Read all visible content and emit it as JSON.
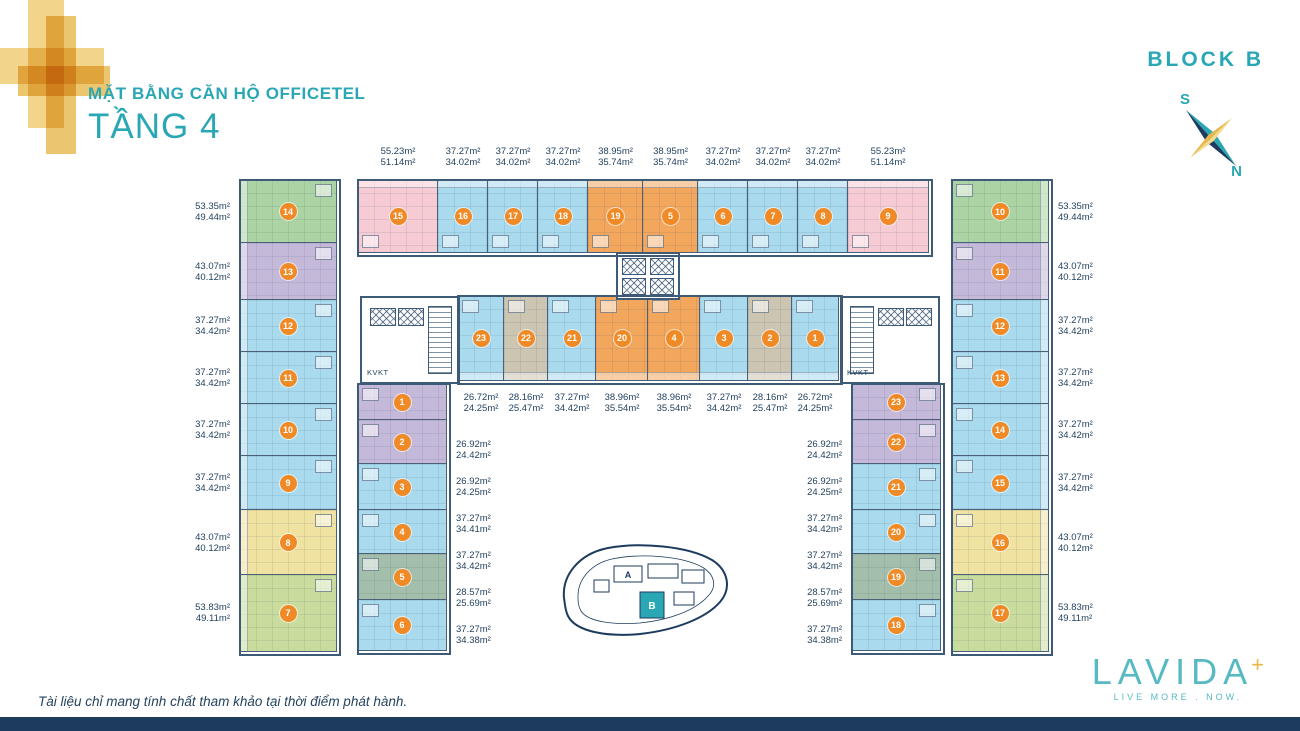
{
  "header": {
    "subtitle": "MẶT BẰNG CĂN HỘ OFFICETEL",
    "floor": "TẦNG 4",
    "block": "BLOCK B",
    "compass_south": "S",
    "compass_north": "N"
  },
  "plan": {
    "core_label": "KVKT",
    "site_map": {
      "block_a": "A",
      "block_b": "B"
    },
    "left_outer": {
      "units": [
        {
          "no": "14",
          "a1": "53.35m²",
          "a2": "49.44m²",
          "c": "green"
        },
        {
          "no": "13",
          "a1": "43.07m²",
          "a2": "40.12m²",
          "c": "purple"
        },
        {
          "no": "12",
          "a1": "37.27m²",
          "a2": "34.42m²",
          "c": "blue"
        },
        {
          "no": "11",
          "a1": "37.27m²",
          "a2": "34.42m²",
          "c": "blue"
        },
        {
          "no": "10",
          "a1": "37.27m²",
          "a2": "34.42m²",
          "c": "blue"
        },
        {
          "no": "9",
          "a1": "37.27m²",
          "a2": "34.42m²",
          "c": "blue"
        },
        {
          "no": "8",
          "a1": "43.07m²",
          "a2": "40.12m²",
          "c": "yellow"
        },
        {
          "no": "7",
          "a1": "53.83m²",
          "a2": "49.11m²",
          "c": "lime"
        }
      ]
    },
    "top_row": {
      "units": [
        {
          "no": "15",
          "a1": "55.23m²",
          "a2": "51.14m²",
          "c": "pink"
        },
        {
          "no": "16",
          "a1": "37.27m²",
          "a2": "34.02m²",
          "c": "blue"
        },
        {
          "no": "17",
          "a1": "37.27m²",
          "a2": "34.02m²",
          "c": "blue"
        },
        {
          "no": "18",
          "a1": "37.27m²",
          "a2": "34.02m²",
          "c": "blue"
        },
        {
          "no": "19",
          "a1": "38.95m²",
          "a2": "35.74m²",
          "c": "orange"
        },
        {
          "no": "5",
          "a1": "38.95m²",
          "a2": "35.74m²",
          "c": "orange"
        },
        {
          "no": "6",
          "a1": "37.27m²",
          "a2": "34.02m²",
          "c": "blue"
        },
        {
          "no": "7",
          "a1": "37.27m²",
          "a2": "34.02m²",
          "c": "blue"
        },
        {
          "no": "8",
          "a1": "37.27m²",
          "a2": "34.02m²",
          "c": "blue"
        },
        {
          "no": "9",
          "a1": "55.23m²",
          "a2": "51.14m²",
          "c": "pink"
        }
      ]
    },
    "mid_row": {
      "units": [
        {
          "no": "23",
          "a1": "26.72m²",
          "a2": "24.25m²",
          "c": "blue"
        },
        {
          "no": "22",
          "a1": "28.16m²",
          "a2": "25.47m²",
          "c": "tan"
        },
        {
          "no": "21",
          "a1": "37.27m²",
          "a2": "34.42m²",
          "c": "blue"
        },
        {
          "no": "20",
          "a1": "38.96m²",
          "a2": "35.54m²",
          "c": "orange"
        },
        {
          "no": "4",
          "a1": "38.96m²",
          "a2": "35.54m²",
          "c": "orange"
        },
        {
          "no": "3",
          "a1": "37.27m²",
          "a2": "34.42m²",
          "c": "blue"
        },
        {
          "no": "2",
          "a1": "28.16m²",
          "a2": "25.47m²",
          "c": "tan"
        },
        {
          "no": "1",
          "a1": "26.72m²",
          "a2": "24.25m²",
          "c": "blue"
        }
      ]
    },
    "inner_left": {
      "units": [
        {
          "no": "1",
          "a1": "26.92m²",
          "a2": "24.42m²",
          "c": "purple"
        },
        {
          "no": "2",
          "a1": "26.92m²",
          "a2": "24.25m²",
          "c": "purple"
        },
        {
          "no": "3",
          "a1": "37.27m²",
          "a2": "34.41m²",
          "c": "blue"
        },
        {
          "no": "4",
          "a1": "37.27m²",
          "a2": "34.42m²",
          "c": "blue"
        },
        {
          "no": "5",
          "a1": "28.57m²",
          "a2": "25.69m²",
          "c": "sage"
        },
        {
          "no": "6",
          "a1": "37.27m²",
          "a2": "34.38m²",
          "c": "blue"
        }
      ]
    },
    "inner_right": {
      "units": [
        {
          "no": "23",
          "a1": "26.92m²",
          "a2": "24.42m²",
          "c": "purple"
        },
        {
          "no": "22",
          "a1": "26.92m²",
          "a2": "24.25m²",
          "c": "purple"
        },
        {
          "no": "21",
          "a1": "37.27m²",
          "a2": "34.42m²",
          "c": "blue"
        },
        {
          "no": "20",
          "a1": "37.27m²",
          "a2": "34.42m²",
          "c": "blue"
        },
        {
          "no": "19",
          "a1": "28.57m²",
          "a2": "25.69m²",
          "c": "sage"
        },
        {
          "no": "18",
          "a1": "37.27m²",
          "a2": "34.38m²",
          "c": "blue"
        }
      ]
    },
    "right_outer": {
      "units": [
        {
          "no": "10",
          "a1": "53.35m²",
          "a2": "49.44m²",
          "c": "green"
        },
        {
          "no": "11",
          "a1": "43.07m²",
          "a2": "40.12m²",
          "c": "purple"
        },
        {
          "no": "12",
          "a1": "37.27m²",
          "a2": "34.42m²",
          "c": "blue"
        },
        {
          "no": "13",
          "a1": "37.27m²",
          "a2": "34.42m²",
          "c": "blue"
        },
        {
          "no": "14",
          "a1": "37.27m²",
          "a2": "34.42m²",
          "c": "blue"
        },
        {
          "no": "15",
          "a1": "37.27m²",
          "a2": "34.42m²",
          "c": "blue"
        },
        {
          "no": "16",
          "a1": "43.07m²",
          "a2": "40.12m²",
          "c": "yellow"
        },
        {
          "no": "17",
          "a1": "53.83m²",
          "a2": "49.11m²",
          "c": "lime"
        }
      ]
    }
  },
  "footer": {
    "disclaimer": "Tài liệu chỉ mang tính chất tham khảo tại thời điểm phát hành.",
    "brand": "LAVIDA",
    "brand_plus": "+",
    "tagline": "LIVE MORE . NOW."
  },
  "colors": {
    "teal": "#2AA7B5",
    "gold": "#E7B74B",
    "navy": "#1D3B5D",
    "badge_orange": "#F08A26",
    "label_text": "#24435F",
    "unit_blue": "#A9DAEE",
    "unit_green": "#ABD3A3",
    "unit_purple": "#C5B9DA",
    "unit_pink": "#F6CBD4",
    "unit_orange": "#F3A75D",
    "unit_yellow": "#F0E2A0",
    "unit_lime": "#C9DC9D",
    "unit_tan": "#CCC5B2",
    "unit_sage": "#A3BFAC"
  }
}
